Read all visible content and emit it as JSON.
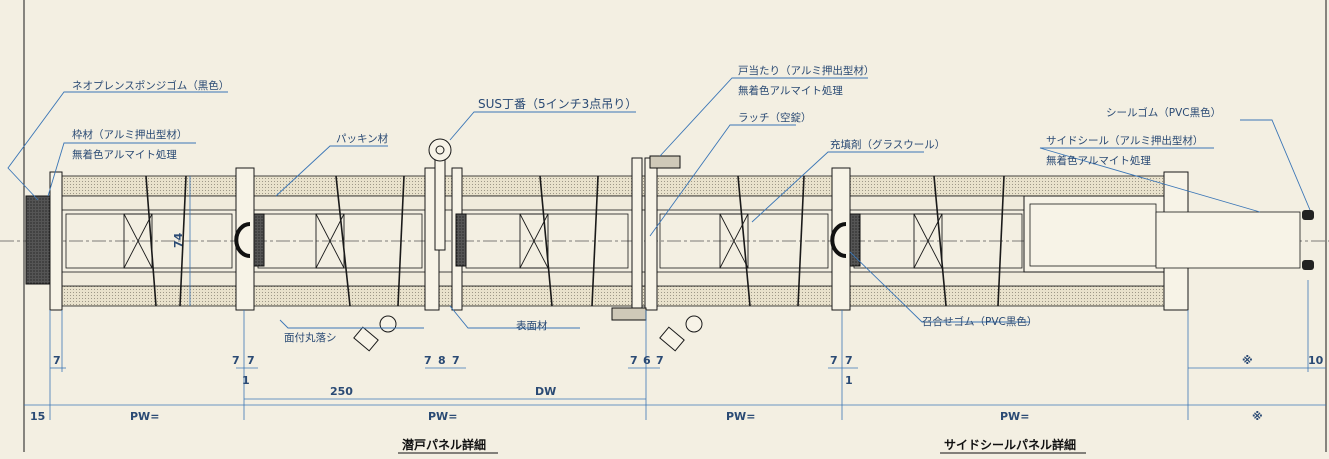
{
  "colors": {
    "background": "#f3efe2",
    "line": "#1a1a1a",
    "leader": "#3b76b6",
    "dimension": "#3b76b6",
    "label": "#2a4a74",
    "fill_light": "#e6dfc9",
    "hatch": "#333333"
  },
  "labels": {
    "neoprene": "ネオプレンスポンジゴム（黒色）",
    "frame": "枠材（アルミ押出型材）",
    "frame_finish": "無着色アルマイト処理",
    "packing": "パッキン材",
    "hinge": "SUS丁番（5インチ3点吊り）",
    "doorstop": "戸当たり（アルミ押出型材）",
    "doorstop_finish": "無着色アルマイト処理",
    "latch": "ラッチ（空錠）",
    "filler": "充填剤（グラスウール）",
    "seal_rubber": "シールゴム（PVC黒色）",
    "side_seal": "サイドシール（アルミ押出型材）",
    "side_seal_finish": "無着色アルマイト処理",
    "flush_bolt": "面付丸落シ",
    "surface": "表面材",
    "meeting_rubber": "召合せゴム（PVC黒色）"
  },
  "dimensions": {
    "d7a": "7",
    "d74": "74",
    "d7b": "7",
    "d7c": "7",
    "d1a": "1",
    "d7d": "7",
    "d8": "8",
    "d7e": "7",
    "d7f": "7",
    "d6": "6",
    "d7g": "7",
    "d7h": "7",
    "d7i": "7",
    "d1b": "1",
    "star_top": "※",
    "d10": "10",
    "d250": "250",
    "dw": "DW",
    "d15": "15",
    "pw1": "PW=",
    "pw2": "PW=",
    "pw3": "PW=",
    "pw4": "PW=",
    "star_bot": "※"
  },
  "titles": {
    "wicket": "潜戸パネル詳細",
    "side": "サイドシールパネル詳細"
  }
}
